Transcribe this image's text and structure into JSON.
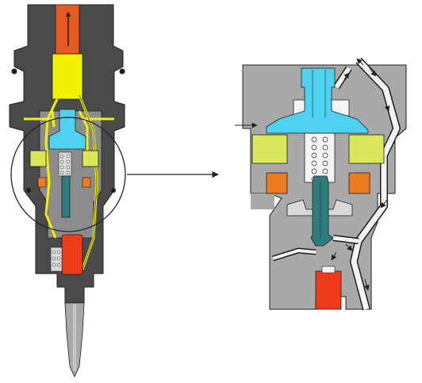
{
  "figure": {
    "left_view": "full-injector-section",
    "right_view": "magnified-valve-detail",
    "callout": "magnification-circle-with-arrow"
  },
  "colors": {
    "background": "#ffffff",
    "body_dark": "#4a4a4a",
    "body_mid": "#8c8c8c",
    "body_light": "#a9a9a9",
    "outline": "#1e1e1e",
    "fuel_yellow": "#f2f200",
    "armature_cyan": "#4fd2f2",
    "coil_green": "#d8e85a",
    "magnet_orange": "#ee7a22",
    "piston_teal": "#2e7c7e",
    "plunger_red": "#ee3a18",
    "feed_orange": "#e45a20",
    "channel_white": "#f4f4f4",
    "spring_white": "#ffffff",
    "arrow_dark": "#222222"
  },
  "icons": {
    "flow_arrow": "arrow-icon",
    "spring": "spring-icon",
    "connector": "connector-knob-icon"
  }
}
